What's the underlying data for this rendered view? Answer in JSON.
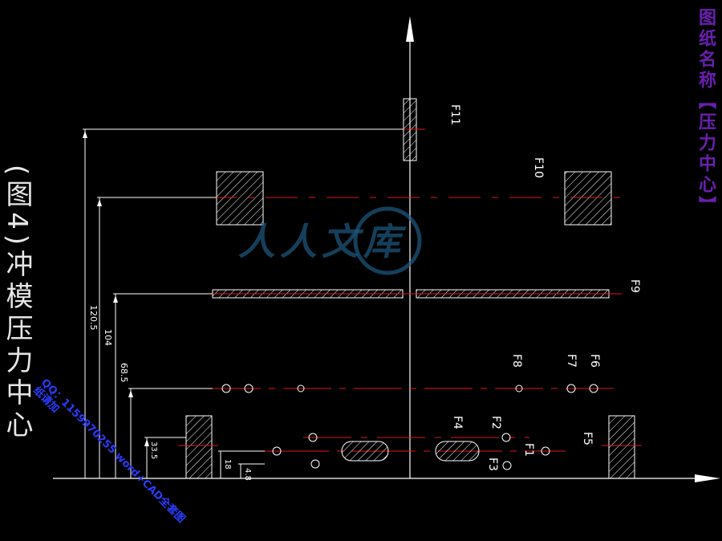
{
  "title": "图纸名称【压力中心】",
  "caption": "(图4)冲模压力中心",
  "watermark": {
    "brand": "人人文库",
    "stamp": "QQ：1159970255 word+CAD全套图纸请加"
  },
  "dimensions": {
    "d1": "120.5",
    "d2": "104",
    "d3": "68.5",
    "d4": "33.5",
    "d5": "18",
    "d6": "4.8"
  },
  "forces": {
    "F1": "F1",
    "F2": "F2",
    "F3": "F3",
    "F4": "F4",
    "F5": "F5",
    "F6": "F6",
    "F7": "F7",
    "F8": "F8",
    "F9": "F9",
    "F10": "F10",
    "F11": "F11"
  },
  "colors": {
    "axis": "#ffffff",
    "centerline": "#e01818",
    "hatch": "#ffffff",
    "title": "#6a1fb0"
  }
}
